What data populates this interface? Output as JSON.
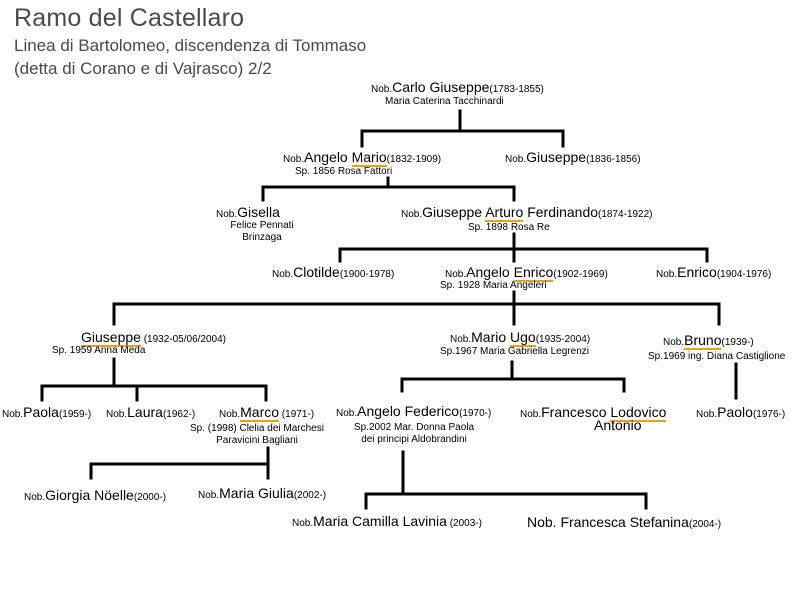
{
  "header": {
    "title": "Ramo del Castellaro",
    "subtitle_1": "Linea di Bartolomeo, discendenza di Tommaso",
    "subtitle_2": "(detta di Corano e di Vajrasco)  2/2"
  },
  "colors": {
    "lines": "#000000",
    "underline": "#e3a21a",
    "header_text": "#4a4a4a"
  },
  "people": {
    "carlo_giuseppe": {
      "prefix": "Nob.",
      "name": "Carlo Giuseppe",
      "dates": "(1783-1855)"
    },
    "angelo_mario": {
      "prefix": "Nob.",
      "name_pre": "Angelo ",
      "name_u": "Mario",
      "dates": "(1832-1909)"
    },
    "giuseppe_1836": {
      "prefix": "Nob.",
      "name": "Giuseppe",
      "dates": "(1836-1856)"
    },
    "gisella": {
      "prefix": "Nob.",
      "name": "Gisella"
    },
    "giuseppe_arturo": {
      "prefix": "Nob.",
      "name_pre": "Giuseppe ",
      "name_u": "Arturo",
      "name_post": " Ferdinando",
      "dates": "(1874-1922)"
    },
    "clotilde": {
      "prefix": "Nob.",
      "name": "Clotilde",
      "dates": "(1900-1978)"
    },
    "angelo_enrico": {
      "prefix": "Nob.",
      "name_pre": "Angelo ",
      "name_u": "Enrico",
      "dates": "(1902-1969)"
    },
    "enrico": {
      "prefix": "Nob.",
      "name": "Enrico",
      "dates": "(1904-1976)"
    },
    "giuseppe_1932": {
      "name_u": "Giuseppe",
      "dates": " (1932-05/06/2004)"
    },
    "mario_ugo": {
      "prefix": "Nob.",
      "name_pre": "Mario ",
      "name_u": "Ugo",
      "dates": "(1935-2004)"
    },
    "bruno": {
      "prefix": "Nob.",
      "name_u": "Bruno",
      "dates": "(1939-)"
    },
    "paola_1959": {
      "prefix": "Nob.",
      "name": "Paola",
      "dates": "(1959-)"
    },
    "laura": {
      "prefix": "Nob.",
      "name": "Laura",
      "dates": "(1962-)"
    },
    "marco": {
      "prefix": "Nob.",
      "name_u": "Marco",
      "dates": " (1971-)"
    },
    "angelo_federico": {
      "prefix": "Nob.",
      "name": "Angelo Federico",
      "dates": "(1970-)"
    },
    "francesco": {
      "prefix": "Nob.",
      "name_pre": "Francesco ",
      "name_u": "Lodovico",
      "name_line2": "Antonio"
    },
    "paolo": {
      "prefix": "Nob.",
      "name": "Paolo",
      "dates": "(1976-)"
    },
    "giorgia": {
      "prefix": "Nob.",
      "name": "Giorgia Nöelle",
      "dates": "(2000-)"
    },
    "maria_giulia": {
      "prefix": "Nob.",
      "name": "Maria Giulia",
      "dates": "(2002-)"
    },
    "maria_camilla": {
      "prefix": "Nob.",
      "name": "Maria Camilla Lavinia",
      "dates": " (2003-)"
    },
    "francesca": {
      "name": "Nob. Francesca Stefanina",
      "dates": "(2004-)"
    }
  },
  "spouses": {
    "carlo_giuseppe": "Maria Caterina Tacchinardi",
    "angelo_mario": "Sp. 1856 Rosa Fattori",
    "gisella_1": "Felice Pennati",
    "gisella_2": "Brinzaga",
    "giuseppe_arturo": "Sp. 1898 Rosa Re",
    "angelo_enrico": "Sp. 1928 Maria Angeleri",
    "giuseppe_1932": "Sp. 1959 Anna Meda",
    "mario_ugo": "Sp.1967 Maria Gabriella Legrenzi",
    "bruno": "Sp.1969 ing. Diana Castiglione",
    "marco_1": "Sp. (1998) Clelia dei Marchesi",
    "marco_2": "Paravicini Bagliani",
    "angelo_federico_1": "Sp.2002 Mar. Donna Paola",
    "angelo_federico_2": "dei principi Aldobrandini"
  }
}
